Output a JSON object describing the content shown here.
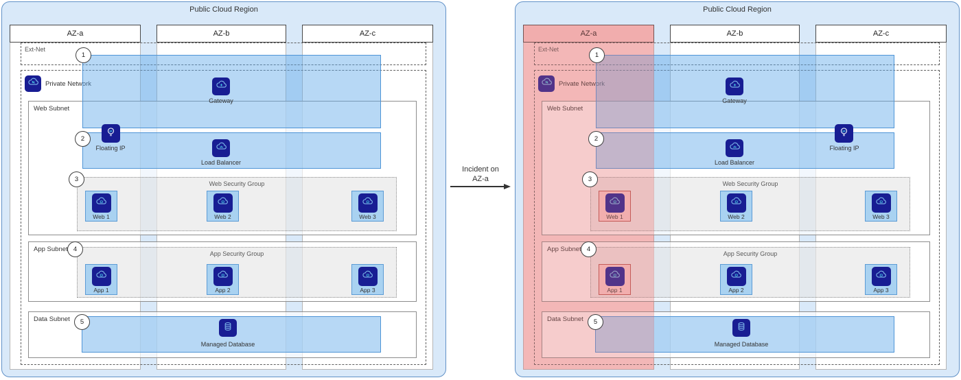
{
  "middle": {
    "incident_line1": "Incident on",
    "incident_line2": "AZ-a"
  },
  "left": {
    "region_title": "Public Cloud Region",
    "az_labels": [
      "AZ-a",
      "AZ-b",
      "AZ-c"
    ],
    "ext_net_label": "Ext-Net",
    "private_network_label": "Private Network",
    "web_subnet_label": "Web Subnet",
    "app_subnet_label": "App Subnet",
    "data_subnet_label": "Data Subnet",
    "gateway_label": "Gateway",
    "floating_ip_label": "Floating IP",
    "load_balancer_label": "Load Balancer",
    "web_sg_label": "Web Security Group",
    "app_sg_label": "App Security Group",
    "database_label": "Managed Database",
    "web_nodes": [
      "Web 1",
      "Web 2",
      "Web 3"
    ],
    "app_nodes": [
      "App 1",
      "App 2",
      "App 3"
    ],
    "steps": [
      "1",
      "2",
      "3",
      "4",
      "5"
    ]
  },
  "right": {
    "region_title": "Public Cloud Region",
    "az_labels": [
      "AZ-a",
      "AZ-b",
      "AZ-c"
    ],
    "ext_net_label": "Ext-Net",
    "private_network_label": "Private Network",
    "web_subnet_label": "Web Subnet",
    "app_subnet_label": "App Subnet",
    "data_subnet_label": "Data Subnet",
    "gateway_label": "Gateway",
    "floating_ip_label": "Floating IP",
    "load_balancer_label": "Load Balancer",
    "web_sg_label": "Web Security Group",
    "app_sg_label": "App Security Group",
    "database_label": "Managed Database",
    "web_nodes": [
      "Web 1",
      "Web 2",
      "Web 3"
    ],
    "app_nodes": [
      "App 1",
      "App 2",
      "App 3"
    ],
    "steps": [
      "1",
      "2",
      "3",
      "4",
      "5"
    ]
  },
  "colors": {
    "region_fill": "#d9e9f9",
    "region_border": "#6191c7",
    "band_border": "#4e94d6",
    "node_fill": "#a9d2f1",
    "node_border": "#5b9bd5",
    "icon_navy": "#181d93",
    "incident_fill": "#f9d3d3",
    "incident_header": "#f6c5c5",
    "incident_node_fill": "#f7c6c6",
    "incident_node_border": "#b85450"
  }
}
